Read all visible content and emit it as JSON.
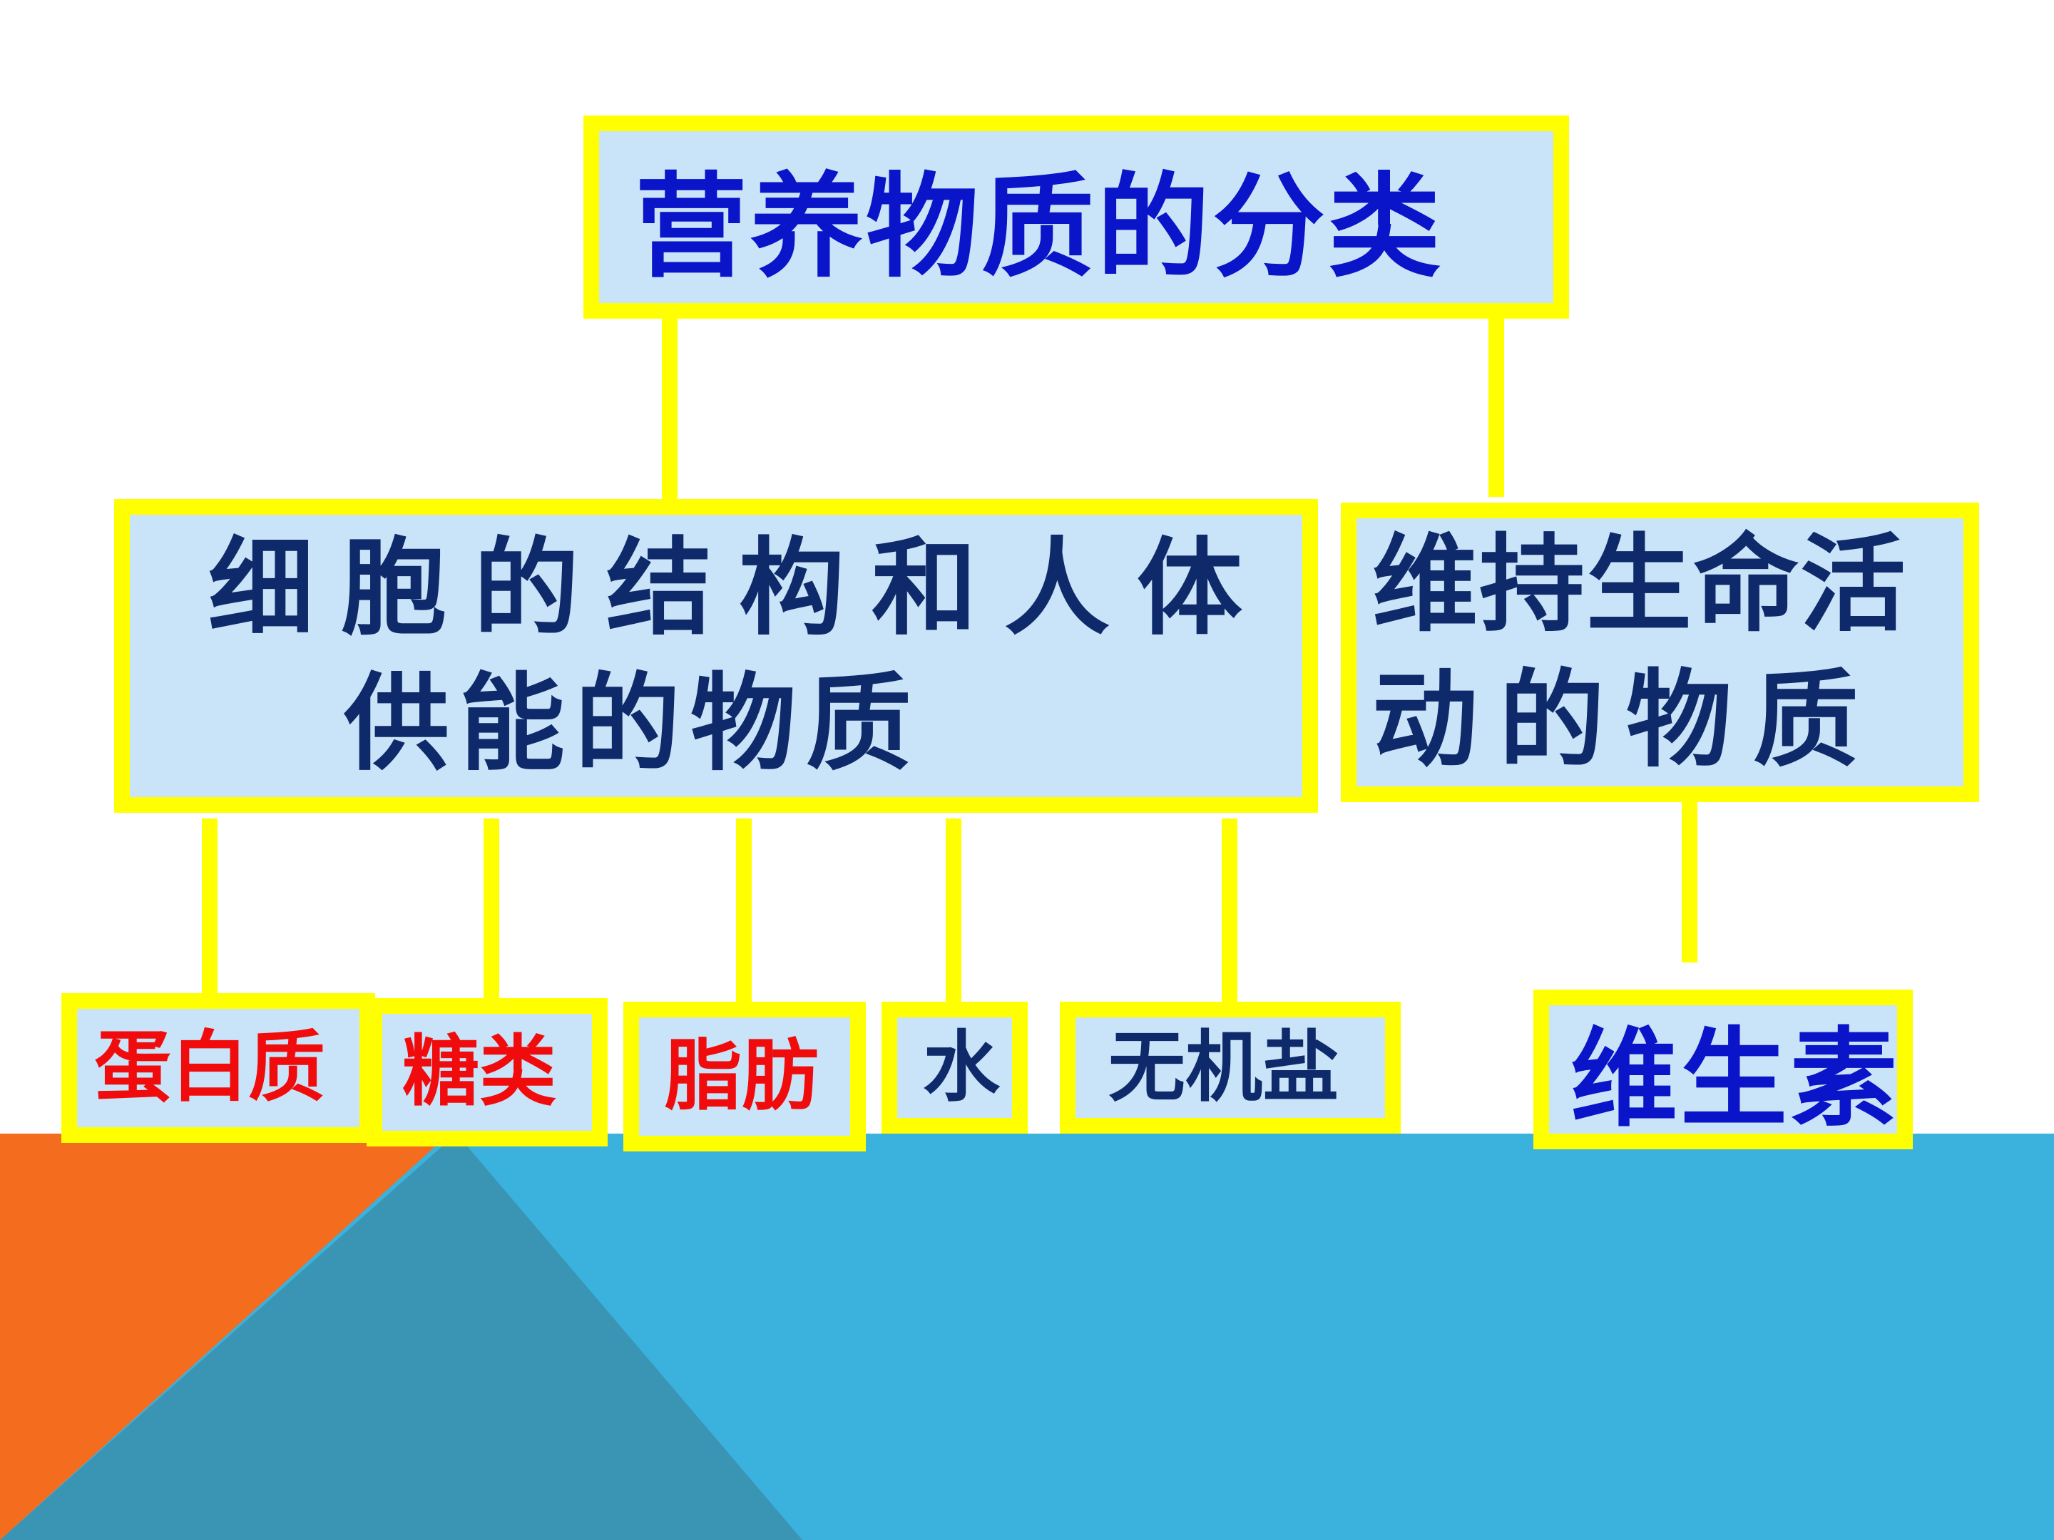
{
  "colors": {
    "frame": "#ffff00",
    "box_fill": "#c9e3f8",
    "title_text": "#0a14c8",
    "body_text": "#0f2a6a",
    "highlight_text": "#f00c0c",
    "bg_blue": "#3bb1dd",
    "bg_orange": "#f46d1e",
    "bg_teal": "#3a95b4"
  },
  "root": {
    "label": "营养物质的分类"
  },
  "categories": [
    {
      "lines": [
        "细胞的结构和人体",
        "供能的物质"
      ]
    },
    {
      "lines": [
        "维持生命活",
        "动的物质"
      ]
    }
  ],
  "leaves": [
    {
      "label": "蛋白质",
      "color": "red"
    },
    {
      "label": "糖类",
      "color": "red"
    },
    {
      "label": "脂肪",
      "color": "red"
    },
    {
      "label": "水",
      "color": "navy"
    },
    {
      "label": "无机盐",
      "color": "navy"
    },
    {
      "label": "维生素",
      "color": "blue"
    }
  ]
}
